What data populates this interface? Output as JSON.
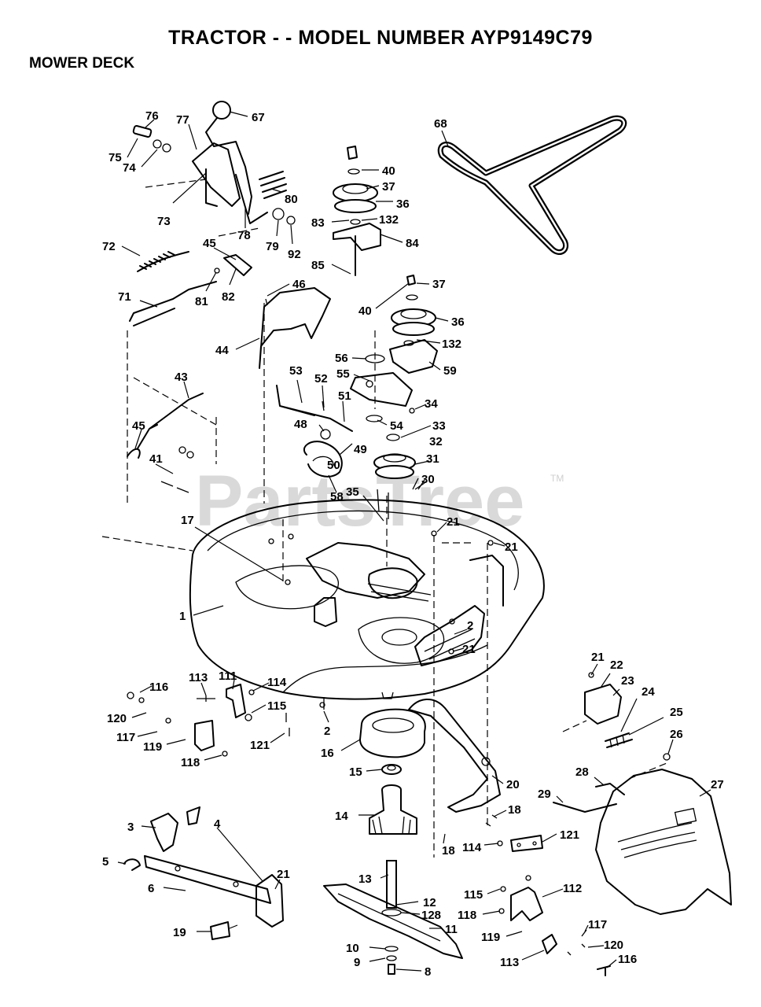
{
  "header": {
    "title": "TRACTOR - - MODEL NUMBER AYP9149C79",
    "section": "MOWER DECK"
  },
  "watermark": {
    "text": "PartsTree",
    "trademark": "TM"
  },
  "callouts": [
    "76",
    "77",
    "67",
    "75",
    "74",
    "73",
    "78",
    "80",
    "79",
    "92",
    "72",
    "45",
    "81",
    "82",
    "71",
    "68",
    "40",
    "37",
    "36",
    "83",
    "132",
    "84",
    "85",
    "46",
    "44",
    "37",
    "40",
    "36",
    "132",
    "56",
    "55",
    "59",
    "43",
    "53",
    "52",
    "51",
    "48",
    "54",
    "34",
    "33",
    "32",
    "45",
    "49",
    "50",
    "31",
    "41",
    "58",
    "35",
    "30",
    "17",
    "21",
    "21",
    "1",
    "2",
    "21",
    "113",
    "111",
    "114",
    "116",
    "115",
    "120",
    "117",
    "119",
    "121",
    "118",
    "2",
    "16",
    "15",
    "20",
    "14",
    "18",
    "114",
    "121",
    "18",
    "21",
    "22",
    "23",
    "24",
    "25",
    "26",
    "28",
    "29",
    "27",
    "3",
    "4",
    "5",
    "21",
    "6",
    "13",
    "12",
    "128",
    "11",
    "19",
    "115",
    "112",
    "118",
    "119",
    "117",
    "10",
    "120",
    "9",
    "113",
    "116",
    "8"
  ]
}
